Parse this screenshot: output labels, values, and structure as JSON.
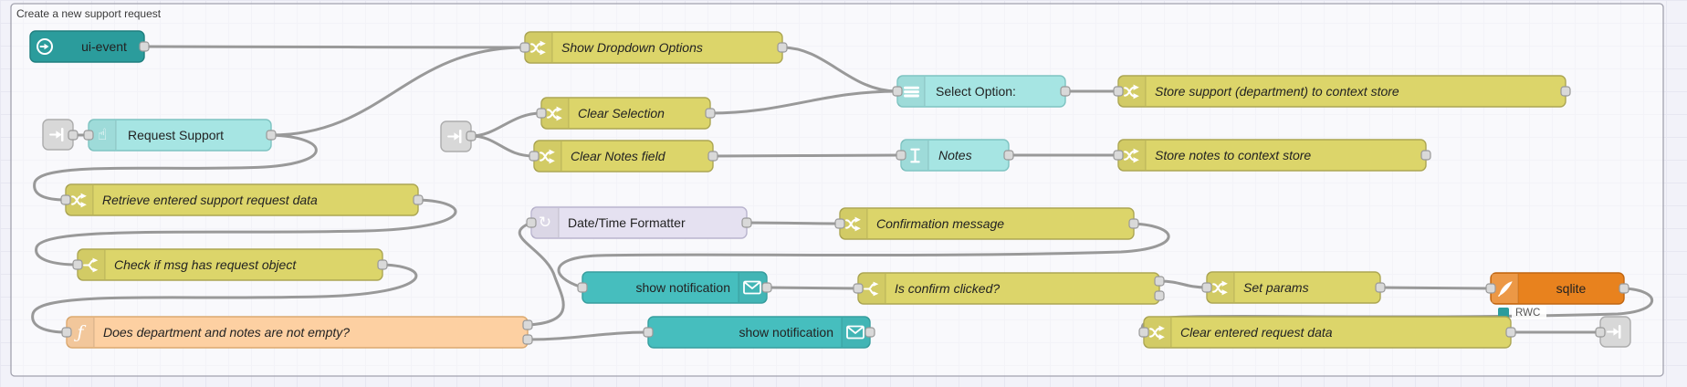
{
  "group": {
    "label": "Create a new support request"
  },
  "palette": {
    "canvas_bg": "#f2f2f9",
    "wire": "#999999",
    "change_fill": "#DCD56A",
    "change_border": "#ACA653",
    "function_fill": "#FDD0A2",
    "function_border": "#DBA96F",
    "ui_fill": "#A6E5E3",
    "ui_border": "#7EC3C1",
    "notify_fill": "#46BEBE",
    "notify_border": "#379E9E",
    "uievent_fill": "#2B9C9C",
    "uievent_border": "#1F7F7F",
    "moment_fill": "#E5E1F1",
    "moment_border": "#B9B4CE",
    "sqlite_fill": "#E8821E",
    "sqlite_border": "#C06612",
    "link_fill": "#D8D8D8",
    "link_border": "#ACACAC",
    "status_dot": "#2B9C9C"
  },
  "icons": {
    "function": "ƒ",
    "hand": "☝",
    "timer": "↻"
  },
  "nodes": {
    "ui_event": {
      "label": "ui-event"
    },
    "request_support": {
      "label": "Request Support"
    },
    "show_dropdown": {
      "label": "Show Dropdown Options"
    },
    "clear_selection": {
      "label": "Clear Selection"
    },
    "clear_notes": {
      "label": "Clear Notes field"
    },
    "select_option": {
      "label": "Select Option:"
    },
    "notes": {
      "label": "Notes"
    },
    "store_support": {
      "label": "Store support (department) to context store"
    },
    "store_notes": {
      "label": "Store notes to context store"
    },
    "retrieve": {
      "label": "Retrieve entered support request data"
    },
    "check_msg": {
      "label": "Check if msg has request object"
    },
    "does_not_empty": {
      "label": "Does department and notes are not empty?"
    },
    "datetime": {
      "label": "Date/Time Formatter"
    },
    "confirmation": {
      "label": "Confirmation message"
    },
    "notify1": {
      "label": "show notification"
    },
    "notify2": {
      "label": "show notification"
    },
    "is_confirm": {
      "label": "Is confirm clicked?"
    },
    "set_params": {
      "label": "Set params"
    },
    "sqlite": {
      "label": "sqlite",
      "status": "RWC"
    },
    "clear_entered": {
      "label": "Clear entered request data"
    }
  }
}
